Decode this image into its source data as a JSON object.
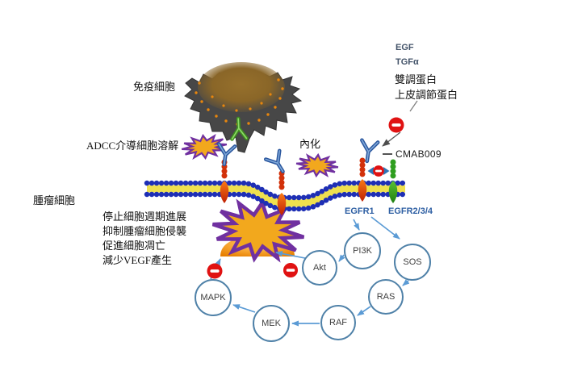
{
  "labels": {
    "immune_cell": "免疫細胞",
    "adcc_lysis": "ADCC介導細胞溶解",
    "internalization": "內化",
    "tumor_cell": "腫瘤細胞",
    "antibody_name": "CMAB009",
    "egfr1": "EGFR1",
    "egfr234": "EGFR2/3/4"
  },
  "ligands": [
    "EGF",
    "TGFα",
    "雙調蛋白",
    "上皮調節蛋白"
  ],
  "effects": [
    "停止細胞週期進展",
    "抑制腫瘤細胞侵襲",
    "促進細胞凋亡",
    "減少VEGF產生"
  ],
  "pathway_nodes": {
    "akt": "Akt",
    "pi3k": "PI3K",
    "sos": "SOS",
    "ras": "RAS",
    "raf": "RAF",
    "mek": "MEK",
    "mapk": "MAPK"
  },
  "pathway_edges": [
    "EGFR1→PI3K",
    "EGFR1→SOS",
    "PI3K→Akt",
    "SOS→RAS",
    "RAS→RAF",
    "RAF→MEK",
    "MEK→MAPK",
    "MAPK⊣nucleus",
    "Akt⊣nucleus",
    "ligands⊣CMAB009-blocked-EGFR1",
    "EGFR1⊣EGFR2/3/4-dimerization"
  ],
  "colors": {
    "inhibition_red": "#E01212",
    "antibody_blue": "#2B579E",
    "antibody_green": "#4CA32A",
    "receptor_red": "#D2310A",
    "receptor_green": "#2F9E1F",
    "starburst_orange": "#F2A81D",
    "starburst_outline": "#7030A0",
    "membrane_blue": "#1E2FB5",
    "membrane_yellow": "#EFE04E",
    "node_stroke": "#4F81A8",
    "arrow_blue": "#5B9BD5",
    "immune_cell_gray": "#474747",
    "nucleus_orange": "#E67E00"
  }
}
